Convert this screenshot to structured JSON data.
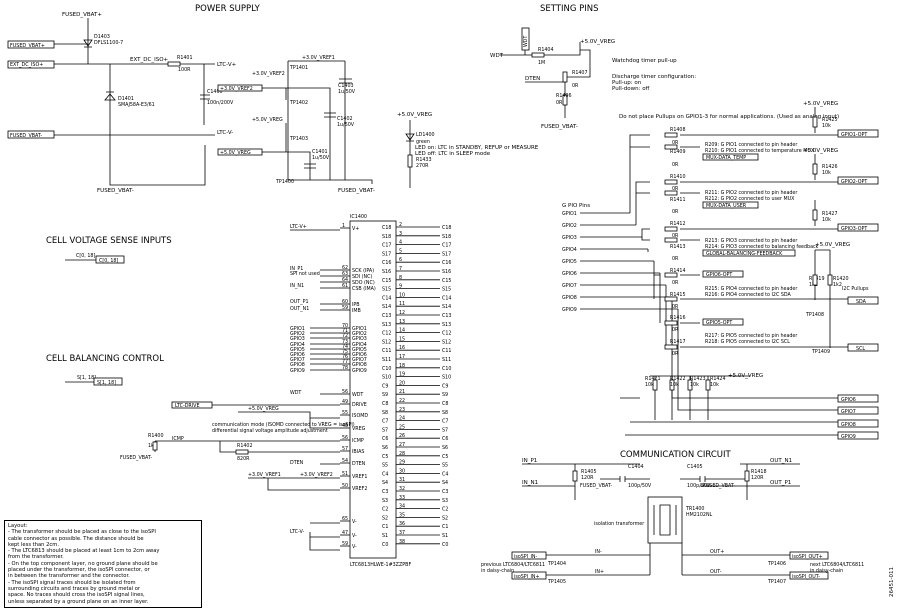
{
  "titles": {
    "power_supply": "POWER SUPPLY",
    "setting_pins": "SETTING PINS",
    "cell_voltage_sense": "CELL VOLTAGE SENSE INPUTS",
    "cell_balancing": "CELL BALANCING CONTROL",
    "communication": "COMMUNICATION CIRCUIT"
  },
  "power": {
    "fused_vbat_plus_top": "FUSED_VBAT+",
    "fused_vbat_plus_port": "FUSED_VBAT+",
    "ext_dc_iso_port": "EXT_DC_ISO+",
    "ext_dc_iso_label": "EXT_DC_ISO+",
    "fused_vbat_minus_port": "FUSED_VBAT-",
    "fused_vbat_minus_bottom": "FUSED_VBAT-",
    "fused_vbat_minus_bottom2": "FUSED_VBAT-",
    "d1403": "D1403",
    "d1403_val": "DFLS1100-7",
    "d1401": "D1401",
    "d1401_val": "SMAJ58A-E3/61",
    "r1401": "R1401",
    "r1401_val": "100R",
    "c1400": "C1400",
    "c1400_val": "100n/200V",
    "ltc_vplus": "LTC-V+",
    "ltc_vminus": "LTC-V-",
    "vref1_net": "+3.0V_VREF1",
    "tp1401": "TP1401",
    "vref2_net": "+3.0V_VREF2",
    "tp1402": "TP1402",
    "c1403": "C1403",
    "c1403_val": "1u/50V",
    "c1402": "C1402",
    "c1402_val": "1u/50V",
    "vreg_net": "+5.0V_VREG",
    "vreg_port": "+5.0V_VREG",
    "tp1403": "TP1403",
    "c1401": "C1401",
    "c1401_val": "1u/50V",
    "tp1400": "TP1400",
    "vreg_led": "+5.0V_VREG",
    "ld1400": "LD1400",
    "ld1400_val": "green",
    "r1433": "R1433",
    "r1433_val": "270R",
    "led_note1": "LED on: LTC  in STANDBY, REFUP or MEASURE",
    "led_note2": "LED off: LTC  in SLEEP mode"
  },
  "setting": {
    "wdt_port": "WDT",
    "wdt": "WDT",
    "r1404": "R1404",
    "r1404_val": "1M",
    "vreg": "+5.0V_VREG",
    "wdt_note": "Watchdog timer pull-up",
    "dten": "DTEN",
    "r1407": "R1407",
    "r1407_val": "0R",
    "r1406": "R1406",
    "r1406_val": "0R",
    "fused_vbat_minus": "FUSED_VBAT-",
    "dis_note1": "Discharge timer configuration:",
    "dis_note2": "Pull-up: on",
    "dis_note3": "Pull-down: off"
  },
  "gpio": {
    "note": "Do not place Pullups on GPIO1-3 for normal applications. (Used as analog input)",
    "vreg_top": "+5.0V_VREG",
    "vreg_top2": "+5.0V_VREG",
    "vreg_mid": "+5.0V_VREG",
    "vreg_bot": "+5.0V_VREG",
    "pins_label": "G PIO   Pins",
    "lines": [
      "GPIO1",
      "GPIO2",
      "GPIO3",
      "GPIO4",
      "GPIO5",
      "GPIO6",
      "GPIO7",
      "GPIO8",
      "GPIO9"
    ],
    "r1408": "R1408",
    "r1409": "R1409",
    "r1410": "R1410",
    "r1411": "R1411",
    "r1412": "R1412",
    "r1413": "R1413",
    "r1414": "R1414",
    "r1415": "R1415",
    "r1416": "R1416",
    "r1417": "R1417",
    "zero": "0R",
    "r1425": "R1425",
    "r1426": "R1426",
    "r1427": "R1427",
    "ten_k": "10k",
    "note1a": "R209: G PIO1 connected to pin header",
    "note1b": "R210: G PIO1 connected to temperature MUX",
    "mux_data_temp": "MUX-DATA_TEMP",
    "note2a": "R211: G PIO2 connected to pin header",
    "note2b": "R212: G PIO2 connected to user MUX",
    "mux_data_user": "MUX-DATA_USER",
    "note3a": "R213: G PIO3 connected to pin header",
    "note3b": "R214: G PIO3 connected to balancing feedback",
    "global_bal": "GLOBAL-BALANCING-FEEDBACK",
    "gpio6_opt": "GPIO6-OPT",
    "note4a": "R215: G PIO4 connected to pin header",
    "note4b": "R216: G PIO4 connected to I2C SDA",
    "gpio5_opt": "GPIO5-OPT",
    "note5a": "R217: G PIO5 connected to pin header",
    "note5b": "R218: G PIO5 connected to I2C SCL",
    "gpio1_opt": "GPIO1-OPT",
    "gpio2_opt": "GPIO2-OPT",
    "gpio3_opt": "GPIO3-OPT",
    "r1419": "R1419",
    "r1420": "R1420",
    "onek2": "1k2",
    "i2c_pullups": "I2C Pullups",
    "sda": "SDA",
    "scl": "SCL",
    "tp1408": "TP1408",
    "tp1409": "TP1409",
    "r1421": "R1421",
    "r1422": "R1422",
    "r1423": "R1423",
    "r1424": "R1424",
    "gpio6": "GPIO6",
    "gpio7": "GPIO7",
    "gpio8": "GPIO8",
    "gpio9": "GPIO9"
  },
  "cell_sense": {
    "bus": "C[0, 18]",
    "bus_port": "C[0, 18]"
  },
  "cell_bal": {
    "bus": "S[1, 18]",
    "bus_port": "S[1, 18]"
  },
  "ic": {
    "ref": "IC1400",
    "part": "LTC6813HLWE-1#3ZZPBF",
    "left_pins": [
      {
        "name": "V+",
        "num": "1"
      },
      {
        "name": "SCK (IPA)",
        "num": "62"
      },
      {
        "name": "SDI (NC)",
        "num": "63"
      },
      {
        "name": "SDO (NC)",
        "num": "64"
      },
      {
        "name": "CSB (IMA)",
        "num": "61"
      },
      {
        "name": "IPB",
        "num": "60"
      },
      {
        "name": "IMB",
        "num": "59"
      },
      {
        "name": "GPIO1",
        "num": "70"
      },
      {
        "name": "GPIO2",
        "num": "71"
      },
      {
        "name": "GPIO3",
        "num": "72"
      },
      {
        "name": "GPIO4",
        "num": "73"
      },
      {
        "name": "GPIO5",
        "num": "74"
      },
      {
        "name": "GPIO6",
        "num": "75"
      },
      {
        "name": "GPIO7",
        "num": "76"
      },
      {
        "name": "GPIO8",
        "num": "77"
      },
      {
        "name": "GPIO9",
        "num": "78"
      },
      {
        "name": "WDT",
        "num": "56"
      },
      {
        "name": "DRIVE",
        "num": "49"
      },
      {
        "name": "ISOMD",
        "num": "55"
      },
      {
        "name": "VREG",
        "num": "48"
      },
      {
        "name": "ICMP",
        "num": "56"
      },
      {
        "name": "IBIAS",
        "num": "57"
      },
      {
        "name": "DTEN",
        "num": "54"
      },
      {
        "name": "VREF1",
        "num": "51"
      },
      {
        "name": "VREF2",
        "num": "50"
      },
      {
        "name": "V-",
        "num": "65"
      },
      {
        "name": "V-",
        "num": "47"
      },
      {
        "name": "V-",
        "num": "59"
      }
    ],
    "right_pins": [
      {
        "name": "C18",
        "num": "2",
        "net": "C18"
      },
      {
        "name": "S18",
        "num": "3",
        "net": "S18"
      },
      {
        "name": "C17",
        "num": "4",
        "net": "C17"
      },
      {
        "name": "S17",
        "num": "5",
        "net": "S17"
      },
      {
        "name": "C16",
        "num": "6",
        "net": "C16"
      },
      {
        "name": "S16",
        "num": "7",
        "net": "S16"
      },
      {
        "name": "C15",
        "num": "8",
        "net": "C15"
      },
      {
        "name": "S15",
        "num": "9",
        "net": "S15"
      },
      {
        "name": "C14",
        "num": "10",
        "net": "C14"
      },
      {
        "name": "S14",
        "num": "11",
        "net": "S14"
      },
      {
        "name": "C13",
        "num": "12",
        "net": "C13"
      },
      {
        "name": "S13",
        "num": "13",
        "net": "S13"
      },
      {
        "name": "C12",
        "num": "14",
        "net": "C12"
      },
      {
        "name": "S12",
        "num": "15",
        "net": "S12"
      },
      {
        "name": "C11",
        "num": "16",
        "net": "C11"
      },
      {
        "name": "S11",
        "num": "17",
        "net": "S11"
      },
      {
        "name": "C10",
        "num": "18",
        "net": "C10"
      },
      {
        "name": "S10",
        "num": "19",
        "net": "S10"
      },
      {
        "name": "C9",
        "num": "20",
        "net": "C9"
      },
      {
        "name": "S9",
        "num": "21",
        "net": "S9"
      },
      {
        "name": "C8",
        "num": "22",
        "net": "C8"
      },
      {
        "name": "S8",
        "num": "23",
        "net": "S8"
      },
      {
        "name": "C7",
        "num": "24",
        "net": "C7"
      },
      {
        "name": "S7",
        "num": "25",
        "net": "S7"
      },
      {
        "name": "C6",
        "num": "26",
        "net": "C6"
      },
      {
        "name": "S6",
        "num": "27",
        "net": "S6"
      },
      {
        "name": "C5",
        "num": "28",
        "net": "C5"
      },
      {
        "name": "S5",
        "num": "29",
        "net": "S5"
      },
      {
        "name": "C4",
        "num": "30",
        "net": "C4"
      },
      {
        "name": "S4",
        "num": "31",
        "net": "S4"
      },
      {
        "name": "C3",
        "num": "32",
        "net": "C3"
      },
      {
        "name": "S3",
        "num": "33",
        "net": "S3"
      },
      {
        "name": "C2",
        "num": "34",
        "net": "C2"
      },
      {
        "name": "S2",
        "num": "35",
        "net": "S2"
      },
      {
        "name": "C1",
        "num": "36",
        "net": "C1"
      },
      {
        "name": "S1",
        "num": "37",
        "net": "S1"
      },
      {
        "name": "C0",
        "num": "38",
        "net": "C0"
      }
    ],
    "ltc_vplus": "LTC-V+",
    "in_p1": "IN_P1",
    "spi_not_used": "SPI not used",
    "in_n1": "IN_N1",
    "out_p1": "OUT_P1",
    "out_n1": "OUT_N1",
    "gpio_nets": [
      "GPIO1",
      "GPIO2",
      "GPIO3",
      "GPIO4",
      "GPIO5",
      "GPIO6",
      "GPIO7",
      "GPIO8",
      "GPIO9"
    ],
    "wdt": "WDT",
    "ltc_drive_port": "LTC-DRIVE",
    "vreg_left": "+5.0V_VREG",
    "comm_note1": "communication mode (ISOMD connected to VREG = isoSPI)",
    "comm_note2": "differential signal voltage amplitude adjustment",
    "r1400": "R1400",
    "r1400_val": "1k2",
    "icmp": "ICMP",
    "fused_vbat_minus": "FUSED_VBAT-",
    "r1402": "R1402",
    "r1402_val": "820R",
    "dten": "DTEN",
    "vref1": "+3.0V_VREF1",
    "vref2": "+3.0V_VREF2",
    "ltc_vminus": "LTC-V-"
  },
  "comm": {
    "in_p1": "IN_P1",
    "in_n1": "IN_N1",
    "out_n1": "OUT_N1",
    "out_p1": "OUT_P1",
    "r1405": "R1405",
    "r1405_val": "120R",
    "c1404": "C1404",
    "c1404_val": "100p/50V",
    "c1405": "C1405",
    "c1405_val": "100p/50V",
    "r1418": "R1418",
    "r1418_val": "120R",
    "fused_vbat_minus": "FUSED_VBAT-",
    "tr1400": "TR1400",
    "tr1400_val": "HM2102NL",
    "iso_tr": "isolation transformer",
    "in_minus": "IN-",
    "in_plus": "IN+",
    "out_plus": "OUT+",
    "out_minus": "OUT-",
    "tp1404": "TP1404",
    "tp1405": "TP1405",
    "tp1406": "TP1406",
    "tp1407": "TP1407",
    "isospi_in_minus": "isoSPI_IN-",
    "isospi_in_plus": "isoSPI_IN+",
    "isospi_out_plus": "isoSPI_OUT+",
    "isospi_out_minus": "isoSPI_OUT-",
    "prev_note1": "previous LTC6804/LTC6811",
    "prev_note2": "in daisy-chain",
    "next_note1": "next LTC6804/LTC6811",
    "next_note2": "in daisy-chain"
  },
  "layout_notes": {
    "title": "Layout:",
    "items": [
      "- The transformer should be placed as close to the isoSPI",
      "  cable connector as possible. The distance should be",
      "  kept less than 2cm.",
      "- The LTC6813 should be placed at least 1cm to 2cm away",
      "  from the transformer.",
      "- On the top component layer, no ground plane should be",
      "  placed under the transformer, the isoSPI connector, or",
      "  in between the transformer and the connector.",
      "- The isoSPI signal traces should be isolated from",
      "  surrounding circuits and traces by ground metal or",
      "  space. No traces should cross the isoSPI signal lines,",
      "  unless separated by a ground plane on an inner layer."
    ]
  },
  "doc_number": "26451-011"
}
